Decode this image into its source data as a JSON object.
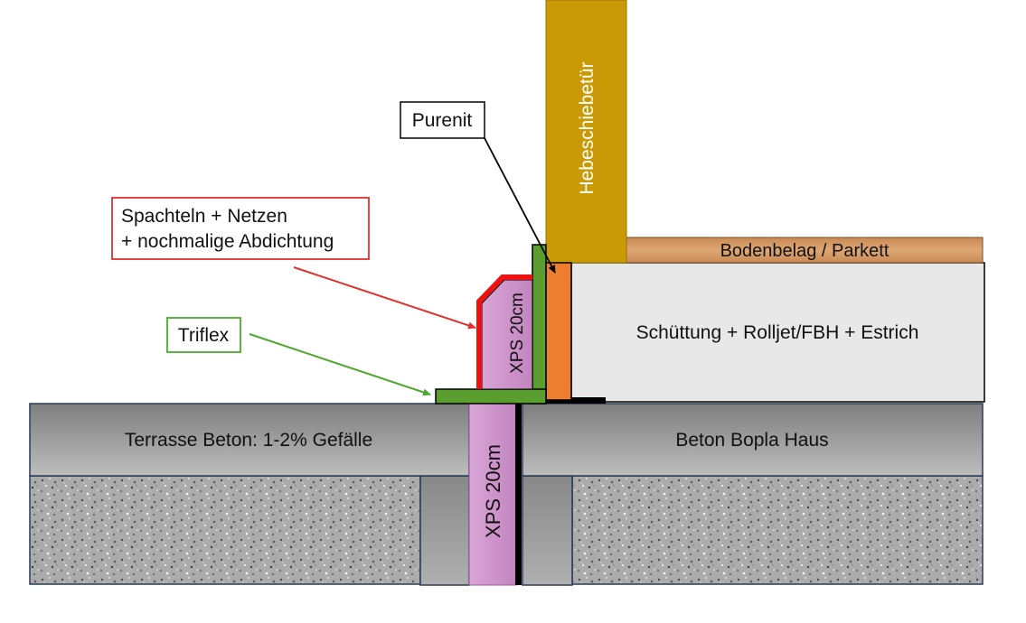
{
  "labels": {
    "purenit": "Purenit",
    "hebeschiebetuer": "Hebeschiebetür",
    "spachteln_line1": "Spachteln + Netzen",
    "spachteln_line2": "+ nochmalige Abdichtung",
    "bodenbelag": "Bodenbelag / Parkett",
    "schuettung": "Schüttung + Rolljet/FBH + Estrich",
    "triflex": "Triflex",
    "xps_upper": "XPS 20cm",
    "xps_lower": "XPS 20cm",
    "terrasse": "Terrasse Beton: 1-2% Gefälle",
    "beton_haus": "Beton Bopla Haus"
  },
  "colors": {
    "door": "#c99a06",
    "parkett": "#d9a06b",
    "screed": "#e8e8e8",
    "purenit": "#ed7d31",
    "triflex_green": "#5a9e2f",
    "xps": "#c994c7",
    "sealing_red": "#ee1111",
    "concrete_dark": "#808080",
    "concrete_light": "#b5b5b5",
    "gravel": "#a8a8a8",
    "callout_red": "#e03030",
    "callout_green": "#4ea72e"
  }
}
